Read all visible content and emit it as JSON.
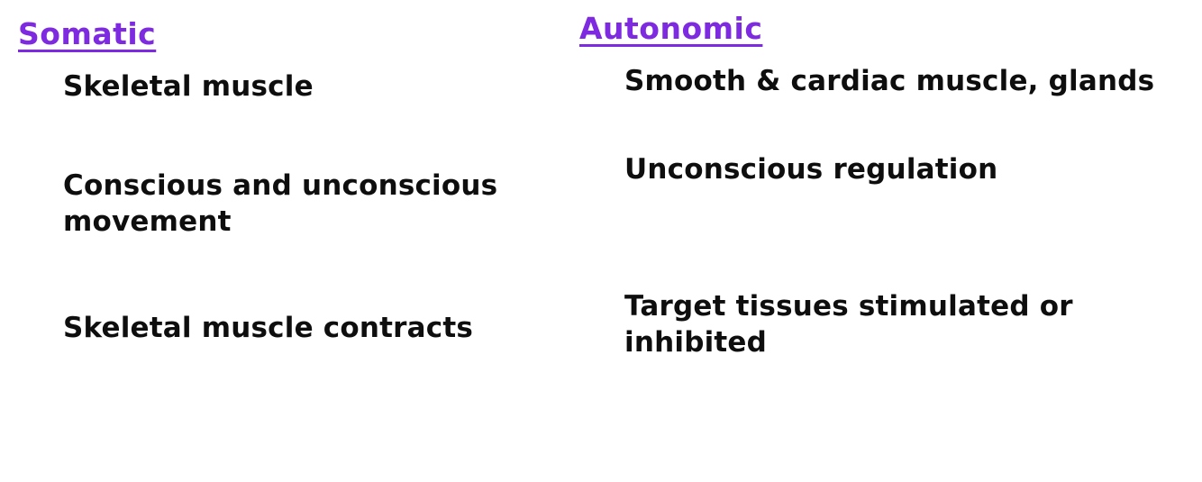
{
  "page": {
    "background_color": "#ffffff",
    "heading_color": "#7d2ae0",
    "text_color": "#0e0e0e"
  },
  "columns": [
    {
      "heading": "Somatic",
      "items": [
        "Skeletal muscle",
        "Conscious and unconscious\nmovement",
        "Skeletal muscle contracts"
      ]
    },
    {
      "heading": "Autonomic",
      "items": [
        "Smooth & cardiac muscle, glands",
        "Unconscious regulation",
        "Target tissues stimulated or\ninhibited"
      ]
    }
  ]
}
